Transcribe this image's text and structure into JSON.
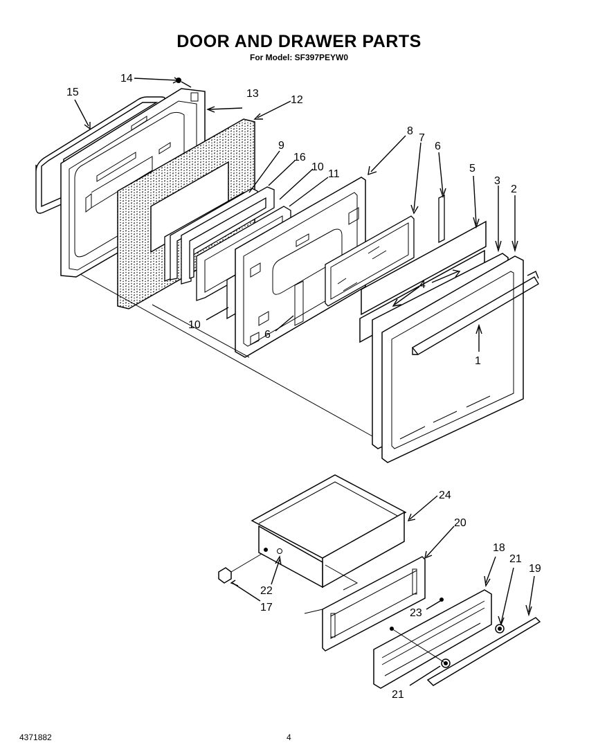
{
  "header": {
    "title": "DOOR AND DRAWER PARTS",
    "subtitle": "For Model: SF397PEYW0"
  },
  "footer": {
    "doc_number": "4371882",
    "page_number": "4"
  },
  "callouts": [
    {
      "id": "c1",
      "label": "1"
    },
    {
      "id": "c2",
      "label": "2"
    },
    {
      "id": "c3",
      "label": "3"
    },
    {
      "id": "c4",
      "label": "4"
    },
    {
      "id": "c5",
      "label": "5"
    },
    {
      "id": "c6a",
      "label": "6"
    },
    {
      "id": "c6b",
      "label": "6"
    },
    {
      "id": "c7",
      "label": "7"
    },
    {
      "id": "c8",
      "label": "8"
    },
    {
      "id": "c9",
      "label": "9"
    },
    {
      "id": "c10a",
      "label": "10"
    },
    {
      "id": "c10b",
      "label": "10"
    },
    {
      "id": "c11",
      "label": "11"
    },
    {
      "id": "c12",
      "label": "12"
    },
    {
      "id": "c13",
      "label": "13"
    },
    {
      "id": "c14",
      "label": "14"
    },
    {
      "id": "c15",
      "label": "15"
    },
    {
      "id": "c16",
      "label": "16"
    },
    {
      "id": "c17",
      "label": "17"
    },
    {
      "id": "c18",
      "label": "18"
    },
    {
      "id": "c19",
      "label": "19"
    },
    {
      "id": "c20",
      "label": "20"
    },
    {
      "id": "c21a",
      "label": "21"
    },
    {
      "id": "c21b",
      "label": "21"
    },
    {
      "id": "c22",
      "label": "22"
    },
    {
      "id": "c23",
      "label": "23"
    },
    {
      "id": "c24",
      "label": "24"
    }
  ]
}
